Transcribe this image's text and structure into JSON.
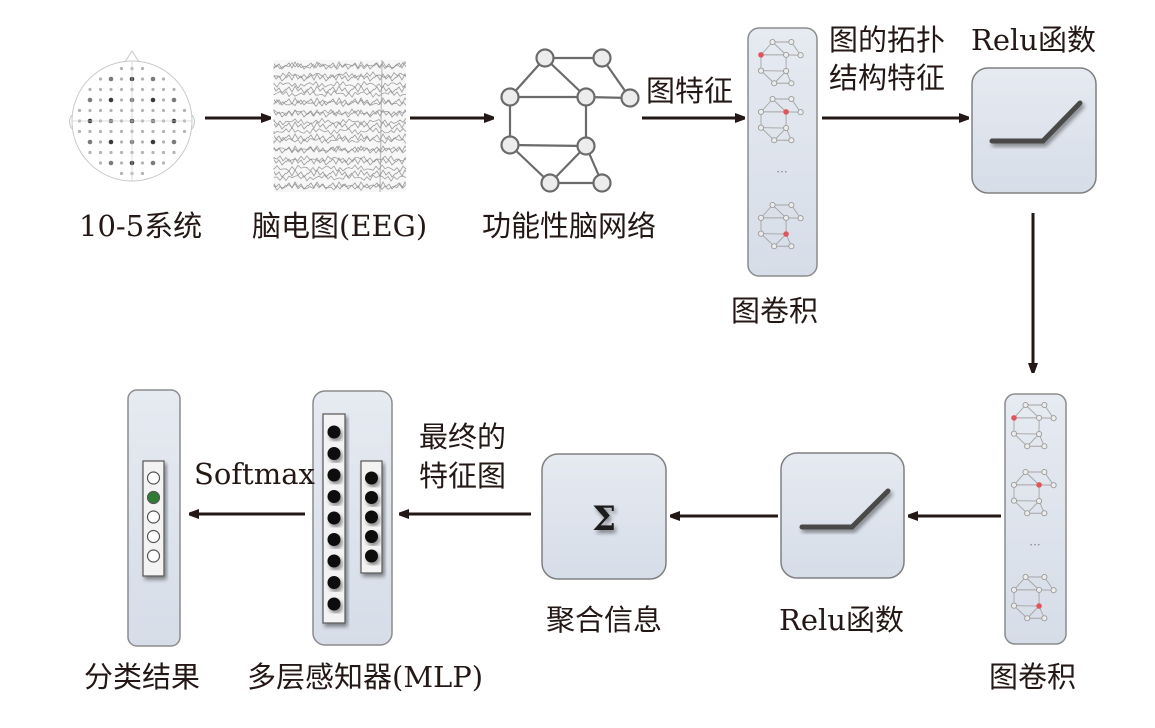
{
  "diagram": {
    "title": "EEG functional brain network graph convolution classification pipeline",
    "colors": {
      "text": "#231815",
      "arrow": "#231815",
      "panel_fill": "#dde3ec",
      "panel_border": "#8c8c8c",
      "node_fill": "#ececec",
      "node_stroke": "#6b6b6b",
      "highlight_node": "#e0545c",
      "selected_class": "#2e7d32",
      "mlp_neuron": "#0a0a0a"
    },
    "top_row": {
      "electrode_system": {
        "label": "10-5系统"
      },
      "eeg": {
        "label": "脑电图(EEG)"
      },
      "brain_network": {
        "label": "功能性脑网络"
      },
      "edge_graph_feature": {
        "label": "图特征"
      },
      "gcn_1": {
        "label": "图卷积",
        "ellipsis": "···"
      },
      "edge_topology": {
        "label_line1": "图的拓扑",
        "label_line2": "结构特征"
      },
      "relu_1": {
        "label": "Relu函数"
      }
    },
    "bottom_row": {
      "gcn_2": {
        "label": "图卷积",
        "ellipsis": "···"
      },
      "relu_2": {
        "label": "Relu函数"
      },
      "aggregate": {
        "label": "聚合信息",
        "symbol": "Σ"
      },
      "edge_final_feature": {
        "label_line1": "最终的",
        "label_line2": "特征图"
      },
      "mlp": {
        "label": "多层感知器(MLP)",
        "layer1_neurons": 9,
        "layer2_neurons": 5
      },
      "edge_softmax": {
        "label": "Softmax"
      },
      "classification": {
        "label": "分类结果",
        "num_classes": 5,
        "selected_class_index": 1
      }
    },
    "graph": {
      "nodes": 9,
      "edges": [
        [
          0,
          1
        ],
        [
          0,
          2
        ],
        [
          0,
          3
        ],
        [
          1,
          4
        ],
        [
          3,
          4
        ],
        [
          2,
          3
        ],
        [
          2,
          5
        ],
        [
          3,
          6
        ],
        [
          5,
          6
        ],
        [
          5,
          7
        ],
        [
          6,
          7
        ],
        [
          6,
          8
        ],
        [
          7,
          8
        ]
      ],
      "highlighted_nodes_per_panel": [
        2,
        3,
        6
      ]
    }
  }
}
